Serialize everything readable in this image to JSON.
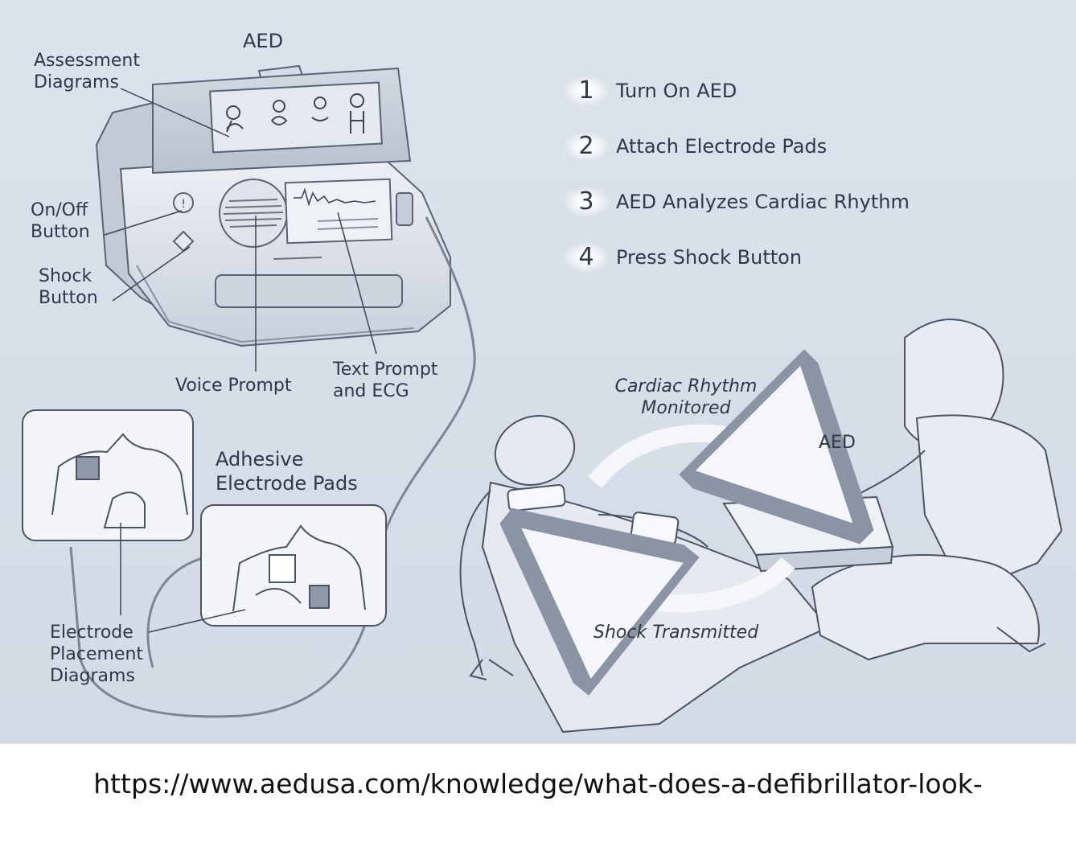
{
  "diagram": {
    "device_title": "AED",
    "labels": {
      "assessment_diagrams": [
        "Assessment",
        "Diagrams"
      ],
      "on_off_button": [
        "On/Off",
        "Button"
      ],
      "shock_button": [
        "Shock",
        "Button"
      ],
      "voice_prompt": "Voice Prompt",
      "text_prompt_ecg": [
        "Text Prompt",
        "and ECG"
      ],
      "adhesive_pads": [
        "Adhesive",
        "Electrode Pads"
      ],
      "placement_diagrams": [
        "Electrode",
        "Placement",
        "Diagrams"
      ],
      "rhythm_monitored": [
        "Cardiac Rhythm",
        "Monitored"
      ],
      "shock_transmitted": "Shock Transmitted",
      "scene_aed": "AED"
    },
    "steps": [
      {
        "number": "1",
        "text": "Turn On AED"
      },
      {
        "number": "2",
        "text": "Attach Electrode Pads"
      },
      {
        "number": "3",
        "text": "AED Analyzes Cardiac Rhythm"
      },
      {
        "number": "4",
        "text": "Press Shock Button"
      }
    ]
  },
  "source_url": "https://www.aedusa.com/knowledge/what-does-a-defibrillator-look-"
}
